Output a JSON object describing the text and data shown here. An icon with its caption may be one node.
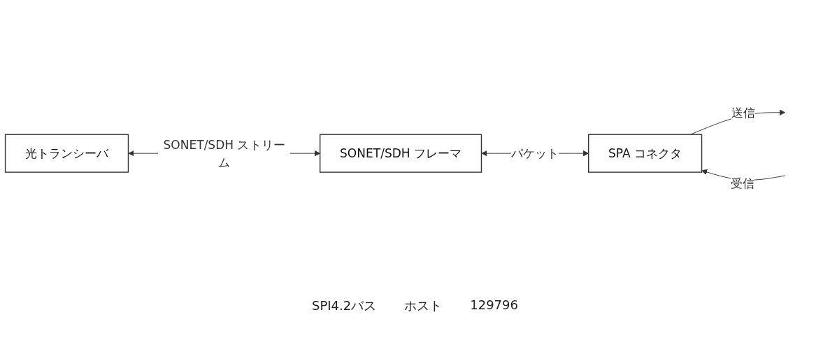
{
  "diagram": {
    "nodes": [
      {
        "text": [
          "光トランシーバ"
        ]
      },
      {
        "text": [
          "SONET/SDH フレーマ"
        ]
      },
      {
        "text": [
          "SPA コネクタ"
        ]
      }
    ],
    "edges": [
      {
        "from": 0,
        "to": 1,
        "arrow": "both",
        "label": "SONET/SDH ストリーム"
      },
      {
        "from": 1,
        "to": 2,
        "arrow": "both",
        "label": "パケット"
      },
      {
        "from": 2,
        "to": null,
        "arrow": "to",
        "label": "送信"
      },
      {
        "from": null,
        "to": 2,
        "arrow": "to",
        "label": "受信"
      }
    ],
    "labels": [
      "SPI4.2バス",
      "ホスト",
      "129796"
    ]
  }
}
